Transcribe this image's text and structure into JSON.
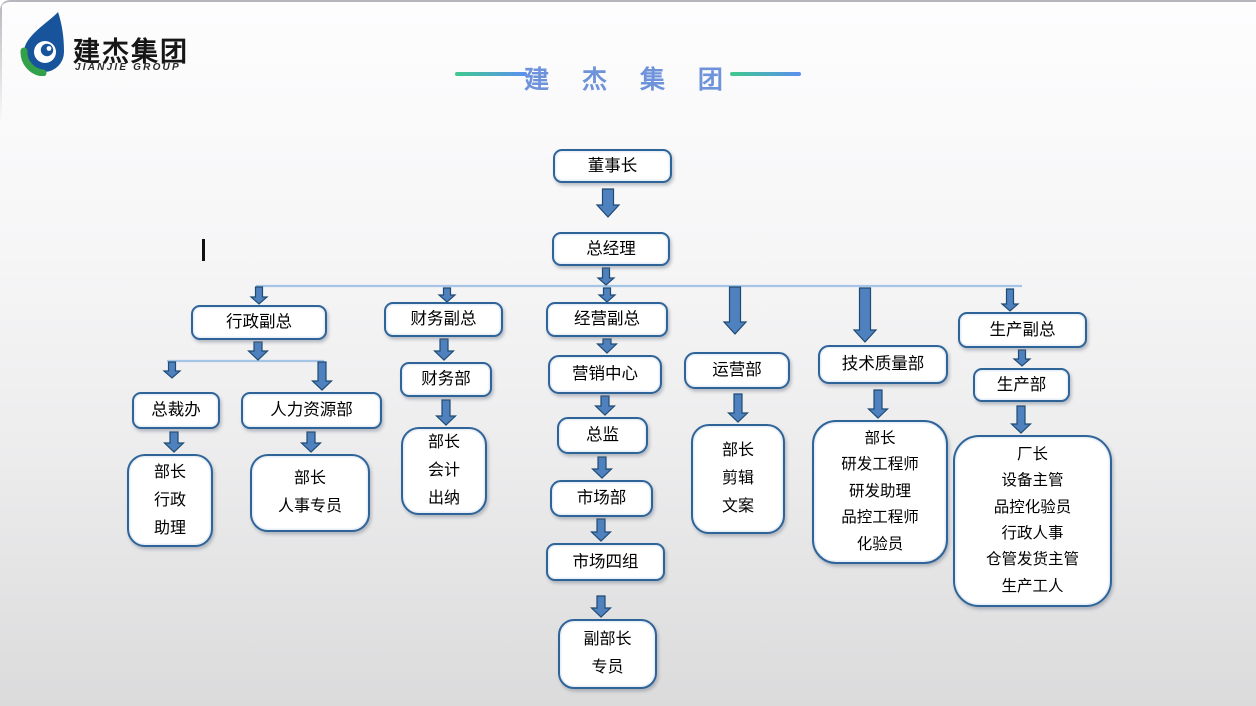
{
  "logo": {
    "cn": "建杰集团",
    "en": "JIANJIE GROUP"
  },
  "header": {
    "title": "建 杰 集 团"
  },
  "colors": {
    "title_text": "#6f93da",
    "dash_gradient_start": "#3fc98e",
    "dash_gradient_end": "#5b8ff0",
    "node_border": "#2f6498",
    "connector_line": "#a6c5e6",
    "arrow_fill": "#4e81bd",
    "arrow_outline": "#1f4a73",
    "logo_blue": "#17549c",
    "logo_green": "#33a04a"
  },
  "org": {
    "nodes": {
      "chairman": {
        "label": "董事长"
      },
      "general_manager": {
        "label": "总经理"
      },
      "admin_vp": {
        "label": "行政副总"
      },
      "finance_vp": {
        "label": "财务副总"
      },
      "operations_vp": {
        "label": "经营副总"
      },
      "production_vp": {
        "label": "生产副总"
      },
      "ceo_office": {
        "label": "总裁办"
      },
      "hr_dept": {
        "label": "人力资源部"
      },
      "finance_dept": {
        "label": "财务部"
      },
      "marketing_center": {
        "label": "营销中心"
      },
      "operation_dept": {
        "label": "运营部"
      },
      "tech_quality_dept": {
        "label": "技术质量部"
      },
      "production_dept": {
        "label": "生产部"
      },
      "admin_office_staff": {
        "label": "部长\n行政\n助理"
      },
      "hr_staff": {
        "label": "部长\n人事专员"
      },
      "finance_staff": {
        "label": "部长\n会计\n出纳"
      },
      "marketing_director": {
        "label": "总监"
      },
      "market_dept": {
        "label": "市场部"
      },
      "market_group4": {
        "label": "市场四组"
      },
      "market_staff": {
        "label": "副部长\n专员"
      },
      "operation_staff": {
        "label": "部长\n剪辑\n文案"
      },
      "tech_staff": {
        "label": "部长\n研发工程师\n研发助理\n品控工程师\n化验员"
      },
      "production_staff": {
        "label": "厂长\n设备主管\n品控化验员\n行政人事\n仓管发货主管\n生产工人"
      }
    }
  }
}
